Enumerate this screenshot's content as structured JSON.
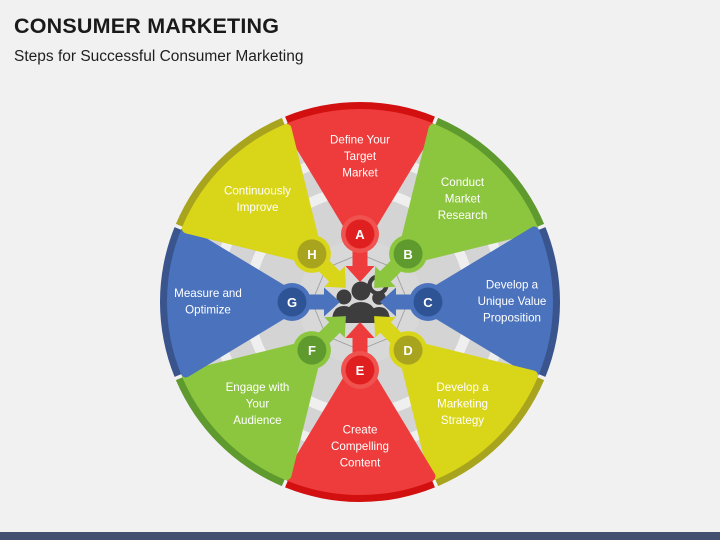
{
  "slide": {
    "title": "CONSUMER MARKETING",
    "subtitle": "Steps for Successful Consumer Marketing",
    "background_color": "#f1f1f1",
    "accent_bar_color": "#455070"
  },
  "diagram": {
    "type": "radial-octagon-process",
    "center_icon": "target-audience-people-icon",
    "center_ring_color": "#d6d6d6",
    "steps": [
      {
        "letter": "A",
        "label": "Define Your Target Market",
        "label_lines": [
          "Define Your",
          "Target",
          "Market"
        ],
        "position": "top",
        "angle_deg": -90,
        "fill": "#ee3b3b",
        "rim": "#d31010",
        "node_fill": "#e02020",
        "node_ring": "#f0534f"
      },
      {
        "letter": "B",
        "label": "Conduct Market Research",
        "label_lines": [
          "Conduct",
          "Market",
          "Research"
        ],
        "position": "top-right",
        "angle_deg": -45,
        "fill": "#8cc63e",
        "rim": "#5f9a2e",
        "node_fill": "#5f9a2e",
        "node_ring": "#8cc63e"
      },
      {
        "letter": "C",
        "label": "Develop a Unique Value Proposition",
        "label_lines": [
          "Develop a",
          "Unique Value",
          "Proposition"
        ],
        "position": "right",
        "angle_deg": 0,
        "fill": "#4a72bd",
        "rim": "#3a548e",
        "node_fill": "#2f5496",
        "node_ring": "#4a72bd"
      },
      {
        "letter": "D",
        "label": "Develop a Marketing Strategy",
        "label_lines": [
          "Develop a",
          "Marketing",
          "Strategy"
        ],
        "position": "bottom-right",
        "angle_deg": 45,
        "fill": "#d9d519",
        "rim": "#a9a41d",
        "node_fill": "#a9a41d",
        "node_ring": "#d9d519"
      },
      {
        "letter": "E",
        "label": "Create Compelling Content",
        "label_lines": [
          "Create",
          "Compelling",
          "Content"
        ],
        "position": "bottom",
        "angle_deg": 90,
        "fill": "#ee3b3b",
        "rim": "#d31010",
        "node_fill": "#e02020",
        "node_ring": "#f0534f"
      },
      {
        "letter": "F",
        "label": "Engage with Your Audience",
        "label_lines": [
          "Engage with",
          "Your",
          "Audience"
        ],
        "position": "bottom-left",
        "angle_deg": 135,
        "fill": "#8cc63e",
        "rim": "#5f9a2e",
        "node_fill": "#5f9a2e",
        "node_ring": "#8cc63e"
      },
      {
        "letter": "G",
        "label": "Measure and Optimize",
        "label_lines": [
          "Measure and",
          "Optimize"
        ],
        "position": "left",
        "angle_deg": 180,
        "fill": "#4a72bd",
        "rim": "#3a548e",
        "node_fill": "#2f5496",
        "node_ring": "#4a72bd"
      },
      {
        "letter": "H",
        "label": "Continuously Improve",
        "label_lines": [
          "Continuously",
          "Improve"
        ],
        "position": "top-left",
        "angle_deg": -135,
        "fill": "#d9d519",
        "rim": "#a9a41d",
        "node_fill": "#a9a41d",
        "node_ring": "#d9d519"
      }
    ]
  }
}
